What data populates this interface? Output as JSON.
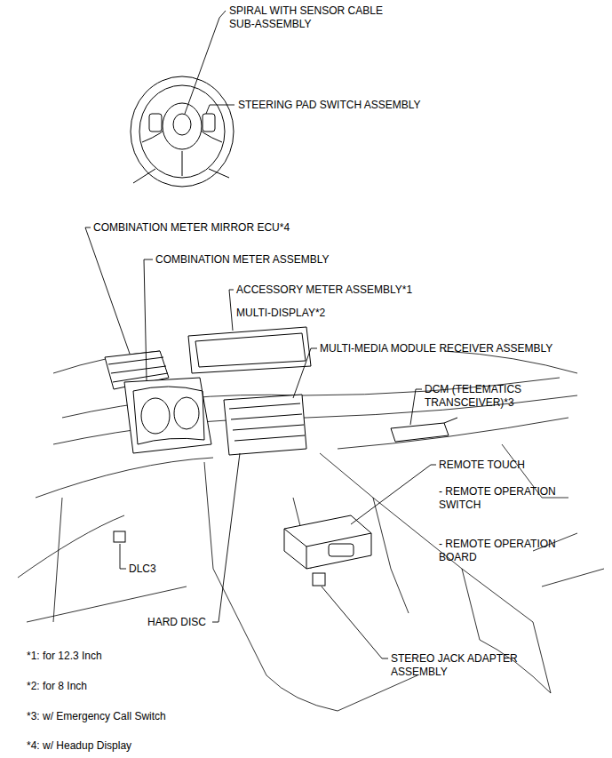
{
  "diagram": {
    "labels": [
      "SPIRAL WITH SENSOR CABLE SUB-ASSEMBLY",
      "STEERING PAD SWITCH ASSEMBLY",
      "COMBINATION METER MIRROR ECU*4",
      "COMBINATION METER ASSEMBLY",
      "ACCESSORY METER ASSEMBLY*1",
      "MULTI-DISPLAY*2",
      "MULTI-MEDIA MODULE RECEIVER ASSEMBLY",
      "DCM (TELEMATICS TRANSCEIVER)*3",
      "REMOTE TOUCH",
      "- REMOTE OPERATION SWITCH",
      "- REMOTE OPERATION BOARD",
      "DLC3",
      "HARD DISC",
      "*1: for 12.3 Inch",
      "*2: for 8 Inch",
      "*3: w/ Emergency Call Switch",
      "*4: w/ Headup Display",
      "STEREO JACK ADAPTER ASSEMBLY"
    ]
  }
}
